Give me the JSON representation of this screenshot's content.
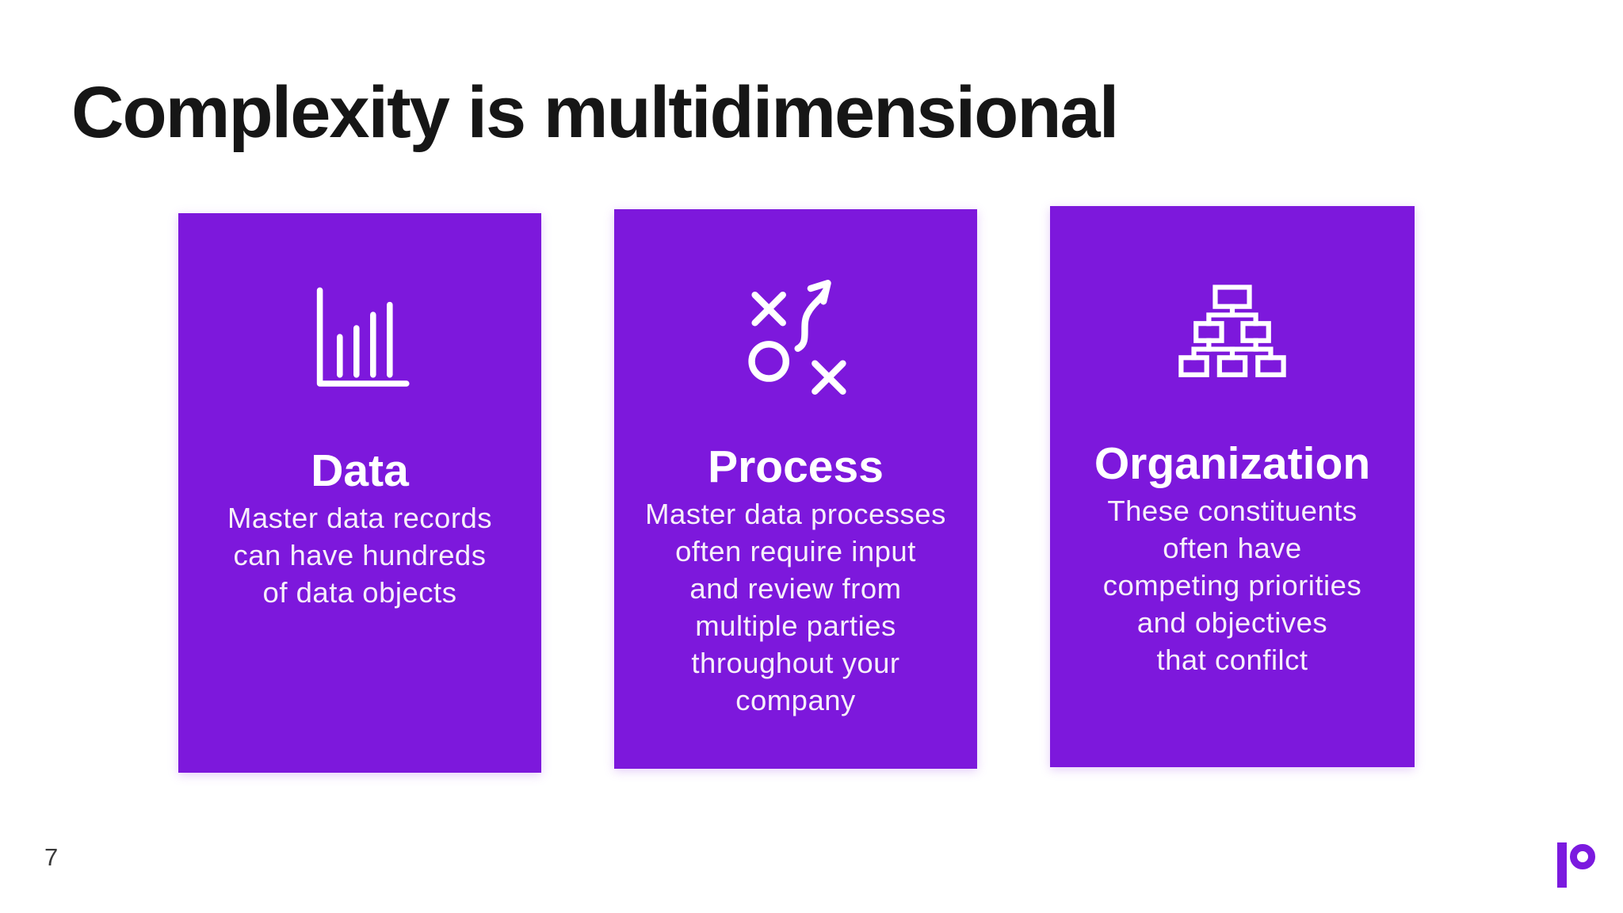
{
  "slide": {
    "title": "Complexity is multidimensional",
    "page_number": "7",
    "cards": [
      {
        "icon": "bar-chart-icon",
        "title": "Data",
        "body": "Master data records\ncan have hundreds\nof data objects"
      },
      {
        "icon": "strategy-icon",
        "title": "Process",
        "body": "Master data processes\noften require input\nand review from\nmultiple parties\nthroughout your\ncompany"
      },
      {
        "icon": "org-chart-icon",
        "title": "Organization",
        "body": "These constituents\noften have\ncompeting priorities\nand objectives\nthat confilct"
      }
    ],
    "colors": {
      "card_background": "#7D18DC",
      "card_title_text": "#FFFFFF",
      "card_body_text": "#F7EFFA",
      "slide_title_text": "#161616",
      "page_number_text": "#3A3A3A",
      "logo": "#7B1ADF",
      "icon_stroke": "#FFFFFF"
    }
  }
}
